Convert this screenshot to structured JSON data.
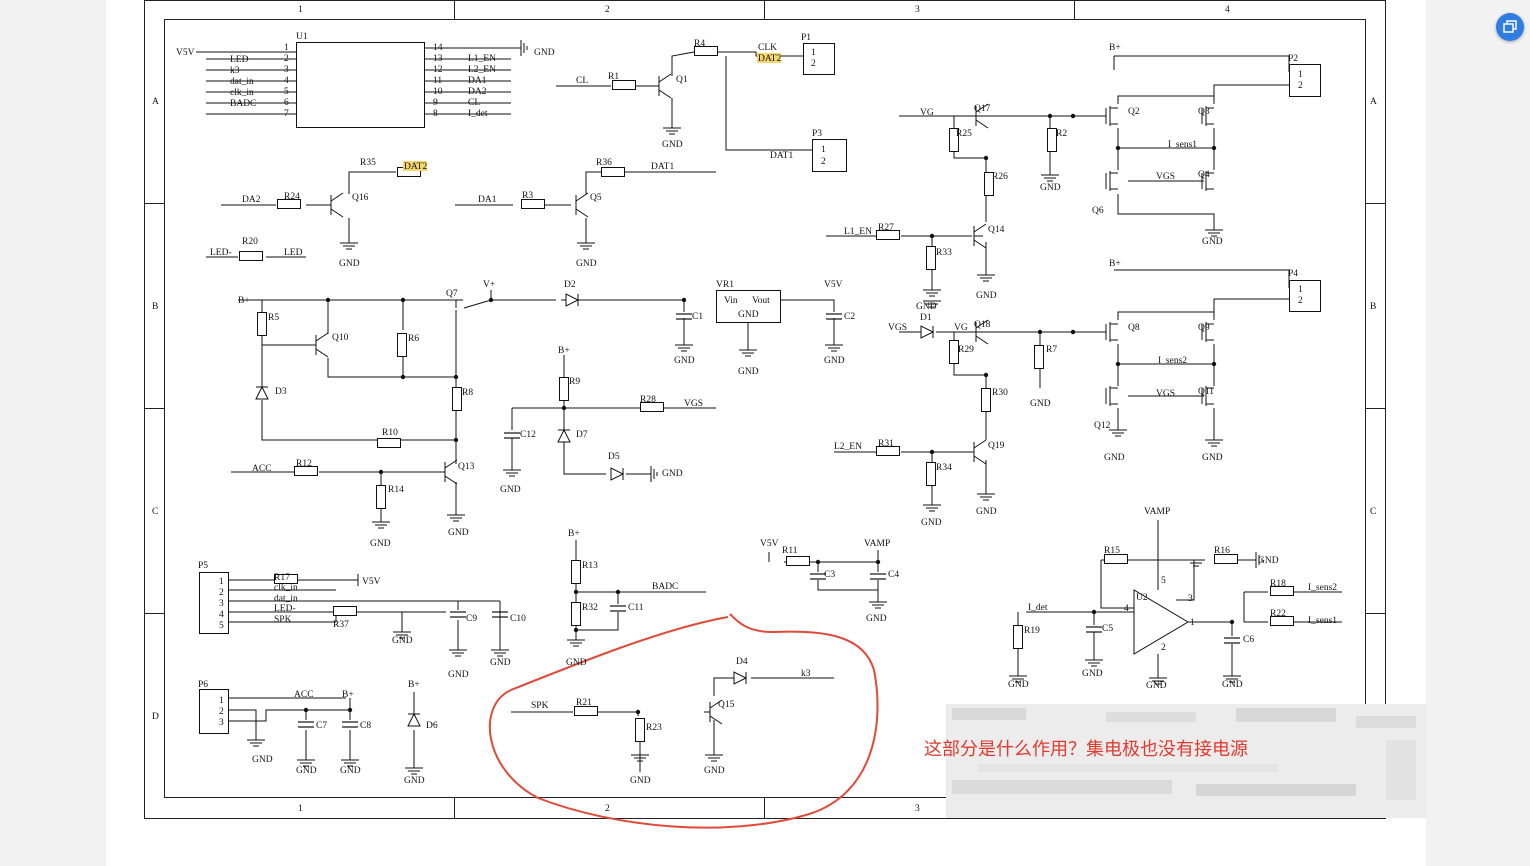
{
  "zones": {
    "cols": [
      "1",
      "2",
      "3",
      "4"
    ],
    "rows": [
      "A",
      "B",
      "C",
      "D"
    ]
  },
  "question": "这部分是什么作用？集电极也没有接电源",
  "labels": {
    "u1": "U1",
    "u2": "U2",
    "vr1": "VR1",
    "vin": "Vin",
    "vout": "Vout",
    "p1": "P1",
    "p2": "P2",
    "p3": "P3",
    "p4": "P4",
    "p5": "P5",
    "p6": "P6",
    "v5v": "V5V",
    "gnd": "GND",
    "bplus": "B+",
    "vplus": "V+",
    "vamp": "VAMP",
    "vg": "VG",
    "vgs": "VGS",
    "clk": "CLK",
    "dat2": "DAT2",
    "dat1": "DAT1",
    "cl": "CL",
    "da1": "DA1",
    "da2": "DA2",
    "led": "LED",
    "ledm": "LED-",
    "acc": "ACC",
    "badc": "BADC",
    "spk": "SPK",
    "k3": "k3",
    "l1en": "L1_EN",
    "l2en": "L2_EN",
    "isens1": "I_sens1",
    "isens2": "I_sens2",
    "idet": "I_det",
    "clkin": "clk_in",
    "datin": "dat_in",
    "n1": "1",
    "n2": "2",
    "n3": "3",
    "n4": "4",
    "n5": "5",
    "n6": "6",
    "n7": "7",
    "n8": "8",
    "n9": "9",
    "n10": "10",
    "n11": "11",
    "n12": "12",
    "n13": "13",
    "n14": "14",
    "q1": "Q1",
    "q2": "Q2",
    "q3": "Q3",
    "q4": "Q4",
    "q5": "Q5",
    "q6": "Q6",
    "q7": "Q7",
    "q8": "Q8",
    "q9": "Q9",
    "q10": "Q10",
    "q11": "Q11",
    "q12": "Q12",
    "q13": "Q13",
    "q14": "Q14",
    "q15": "Q15",
    "q16": "Q16",
    "q17": "Q17",
    "q18": "Q18",
    "q19": "Q19",
    "r1": "R1",
    "r2": "R2",
    "r3": "R3",
    "r4": "R4",
    "r5": "R5",
    "r6": "R6",
    "r7": "R7",
    "r8": "R8",
    "r9": "R9",
    "r10": "R10",
    "r11": "R11",
    "r12": "R12",
    "r13": "R13",
    "r14": "R14",
    "r15": "R15",
    "r16": "R16",
    "r17": "R17",
    "r18": "R18",
    "r19": "R19",
    "r20": "R20",
    "r21": "R21",
    "r22": "R22",
    "r23": "R23",
    "r24": "R24",
    "r25": "R25",
    "r26": "R26",
    "r27": "R27",
    "r28": "R28",
    "r29": "R29",
    "r30": "R30",
    "r31": "R31",
    "r32": "R32",
    "r33": "R33",
    "r34": "R34",
    "r35": "R35",
    "r36": "R36",
    "r37": "R37",
    "c1": "C1",
    "c2": "C2",
    "c3": "C3",
    "c4": "C4",
    "c5": "C5",
    "c6": "C6",
    "c7": "C7",
    "c8": "C8",
    "c9": "C9",
    "c10": "C10",
    "c11": "C11",
    "c12": "C12",
    "d1": "D1",
    "d2": "D2",
    "d3": "D3",
    "d4": "D4",
    "d5": "D5",
    "d6": "D6",
    "d7": "D7"
  },
  "colors": {
    "note": "#e03a2f",
    "circle": "#e04a3a",
    "highlight": "#f5d76e",
    "button": "#2f7de1"
  },
  "icons": {
    "corner_button": "window-restore-icon"
  }
}
